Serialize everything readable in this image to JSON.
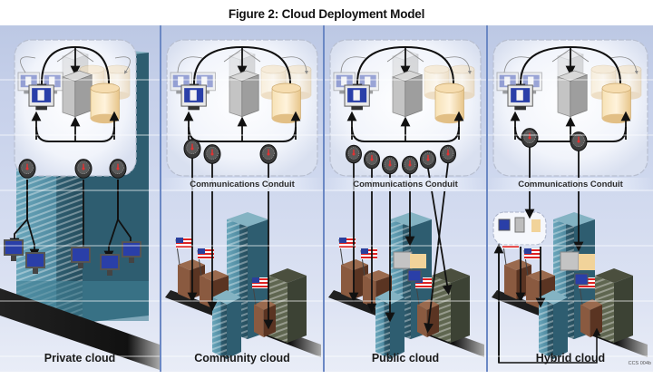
{
  "figure": {
    "title": "Figure 2: Cloud Deployment Model",
    "code": "CCS 004b"
  },
  "panels": [
    {
      "id": "private",
      "label": "Private cloud",
      "conduit_label": "",
      "meters": 3,
      "endpoints": "workstation monitors inside building"
    },
    {
      "id": "community",
      "label": "Community cloud",
      "conduit_label": "Communications Conduit",
      "meters": 3,
      "endpoints": "flagged government buildings"
    },
    {
      "id": "public",
      "label": "Public cloud",
      "conduit_label": "Communications Conduit",
      "meters": 6,
      "endpoints": "government and commercial buildings"
    },
    {
      "id": "hybrid",
      "label": "Hybrid cloud",
      "conduit_label": "Communications Conduit",
      "meters": 2,
      "endpoints": "local private cloud plus commercial tower"
    }
  ],
  "cloud_resources": [
    "desktop-monitor",
    "server-tower",
    "storage-cylinder"
  ],
  "colors": {
    "panel_top": "#bcc8e4",
    "panel_bottom": "#e9edf7",
    "separator": "#6b88c4",
    "monitor_screen": "#2a3fa8",
    "storage": "#f3d6a0",
    "server": "#b8b8b8",
    "brick": "#7a4a32",
    "tower": "#5b95aa"
  }
}
